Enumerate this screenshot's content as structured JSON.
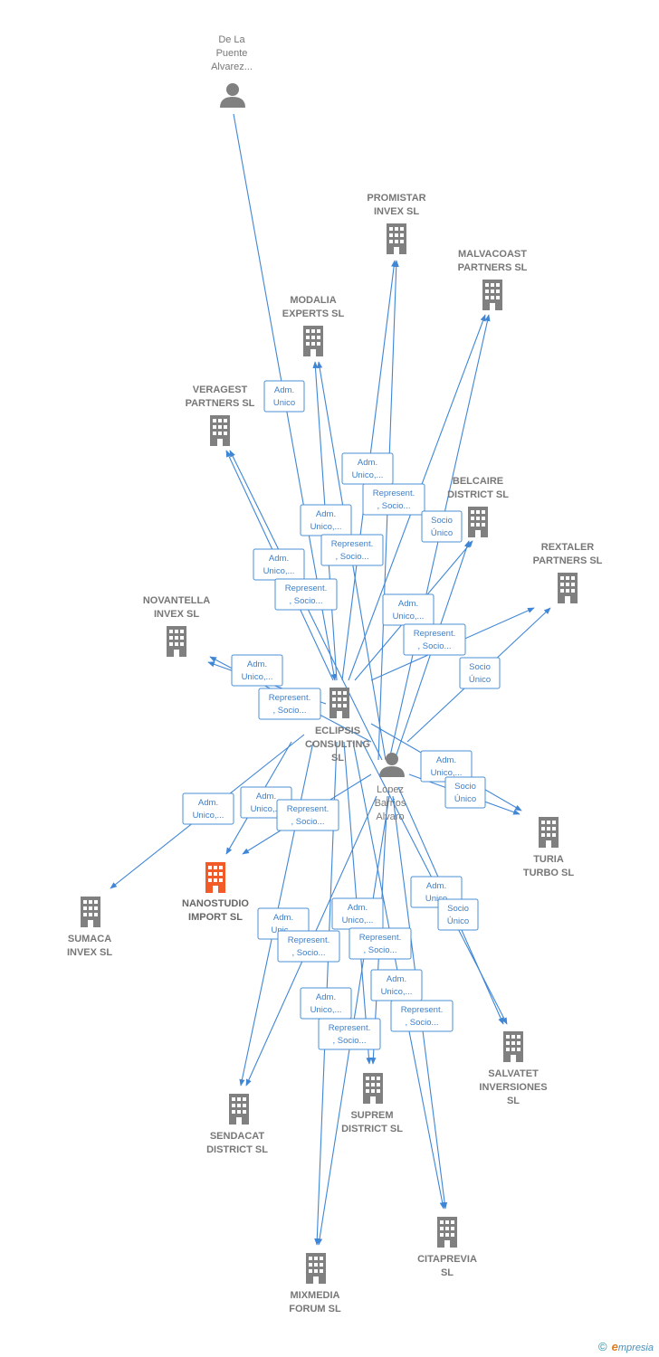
{
  "colors": {
    "edge": "#3f86d6",
    "node": "#808080",
    "highlight": "#f25a28",
    "label": "#777777"
  },
  "nodes": [
    {
      "id": "dlp",
      "type": "person",
      "label": [
        "De La",
        "Puente",
        "Alvarez..."
      ]
    },
    {
      "id": "promistar",
      "type": "company",
      "label": [
        "PROMISTAR",
        "INVEX  SL"
      ]
    },
    {
      "id": "malvacoast",
      "type": "company",
      "label": [
        "MALVACOAST",
        "PARTNERS  SL"
      ]
    },
    {
      "id": "modalia",
      "type": "company",
      "label": [
        "MODALIA",
        "EXPERTS  SL"
      ]
    },
    {
      "id": "veragest",
      "type": "company",
      "label": [
        "VERAGEST",
        "PARTNERS  SL"
      ]
    },
    {
      "id": "belcaire",
      "type": "company",
      "label": [
        "BELCAIRE",
        "DISTRICT  SL"
      ]
    },
    {
      "id": "rextaler",
      "type": "company",
      "label": [
        "REXTALER",
        "PARTNERS  SL"
      ]
    },
    {
      "id": "novantella",
      "type": "company",
      "label": [
        "NOVANTELLA",
        "INVEX  SL"
      ]
    },
    {
      "id": "eclipsis",
      "type": "company",
      "label": [
        "ECLIPSIS",
        "CONSULTING",
        "SL"
      ]
    },
    {
      "id": "lopez",
      "type": "person",
      "label": [
        "Lopez",
        "Barrios",
        "Alvaro"
      ]
    },
    {
      "id": "turia",
      "type": "company",
      "label": [
        "TURIA",
        "TURBO  SL"
      ]
    },
    {
      "id": "nanostudio",
      "type": "company",
      "highlight": true,
      "label": [
        "NANOSTUDIO",
        "IMPORT  SL"
      ]
    },
    {
      "id": "sumaca",
      "type": "company",
      "label": [
        "SUMACA",
        "INVEX  SL"
      ]
    },
    {
      "id": "salvatet",
      "type": "company",
      "label": [
        "SALVATET",
        "INVERSIONES",
        "SL"
      ]
    },
    {
      "id": "sendacat",
      "type": "company",
      "label": [
        "SENDACAT",
        "DISTRICT  SL"
      ]
    },
    {
      "id": "suprem",
      "type": "company",
      "label": [
        "SUPREM",
        "DISTRICT  SL"
      ]
    },
    {
      "id": "citaprevia",
      "type": "company",
      "label": [
        "CITAPREVIA",
        "SL"
      ]
    },
    {
      "id": "mixmedia",
      "type": "company",
      "label": [
        "MIXMEDIA",
        "FORUM  SL"
      ]
    }
  ],
  "relations": [
    {
      "id": "r1",
      "lines": [
        "Adm.",
        "Unico"
      ]
    },
    {
      "id": "r2",
      "lines": [
        "Adm.",
        "Unico,..."
      ]
    },
    {
      "id": "r3",
      "lines": [
        "Represent.",
        ", Socio..."
      ]
    },
    {
      "id": "r4",
      "lines": [
        "Socio",
        "Único"
      ]
    },
    {
      "id": "r5",
      "lines": [
        "Adm.",
        "Unico,..."
      ]
    },
    {
      "id": "r6",
      "lines": [
        "Represent.",
        ", Socio..."
      ]
    },
    {
      "id": "r7",
      "lines": [
        "Adm.",
        "Unico,..."
      ]
    },
    {
      "id": "r8",
      "lines": [
        "Represent.",
        ", Socio..."
      ]
    },
    {
      "id": "r9",
      "lines": [
        "Adm.",
        "Unico,..."
      ]
    },
    {
      "id": "r10",
      "lines": [
        "Represent.",
        ", Socio..."
      ]
    },
    {
      "id": "r11",
      "lines": [
        "Socio",
        "Único"
      ]
    },
    {
      "id": "r12",
      "lines": [
        "Adm.",
        "Unico,..."
      ]
    },
    {
      "id": "r13",
      "lines": [
        "Represent.",
        ", Socio..."
      ]
    },
    {
      "id": "r14",
      "lines": [
        "Adm.",
        "Unico,..."
      ]
    },
    {
      "id": "r15",
      "lines": [
        "Socio",
        "Único"
      ]
    },
    {
      "id": "r16",
      "lines": [
        "Adm.",
        "Unico,..."
      ]
    },
    {
      "id": "r17",
      "lines": [
        "Adm.",
        "Unico,..."
      ]
    },
    {
      "id": "r18",
      "lines": [
        "Represent.",
        ", Socio..."
      ]
    },
    {
      "id": "r19",
      "lines": [
        "Adm.",
        "Unico"
      ]
    },
    {
      "id": "r20",
      "lines": [
        "Socio",
        "Único"
      ]
    },
    {
      "id": "r21",
      "lines": [
        "Adm.",
        "Unic..."
      ]
    },
    {
      "id": "r22",
      "lines": [
        "Adm.",
        "Unico,..."
      ]
    },
    {
      "id": "r23",
      "lines": [
        "Represent.",
        ", Socio..."
      ]
    },
    {
      "id": "r24",
      "lines": [
        "Represent.",
        ", Socio..."
      ]
    },
    {
      "id": "r25",
      "lines": [
        "Adm.",
        "Unico,..."
      ]
    },
    {
      "id": "r26",
      "lines": [
        "Adm.",
        "Unico,..."
      ]
    },
    {
      "id": "r27",
      "lines": [
        "Represent.",
        ", Socio..."
      ]
    },
    {
      "id": "r28",
      "lines": [
        "Represent.",
        ", Socio..."
      ]
    }
  ],
  "footer": {
    "copyright": "©",
    "brand_initial": "e",
    "brand_rest": "mpresia"
  }
}
